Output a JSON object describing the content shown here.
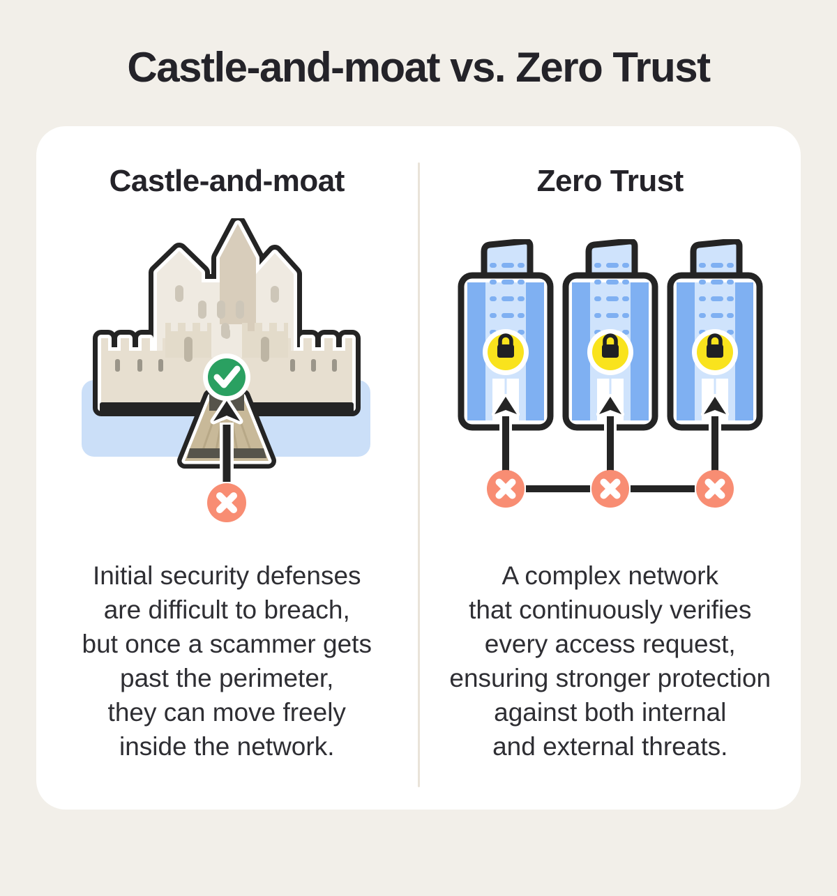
{
  "title": "Castle-and-moat vs. Zero Trust",
  "columns": {
    "left": {
      "heading": "Castle-and-moat",
      "description": [
        "Initial security defenses",
        "are difficult to breach,",
        "but once a scammer gets",
        "past the perimeter,",
        "they can move freely",
        "inside the network."
      ]
    },
    "right": {
      "heading": "Zero Trust",
      "description": [
        "A complex network",
        "that continuously verifies",
        "every access request,",
        "ensuring stronger protection",
        "against both internal",
        "and external threats."
      ]
    }
  },
  "icons": {
    "check-icon": "✔",
    "x-icon": "✕",
    "lock-icon": "🔒",
    "arrow-up-icon": "↑"
  },
  "colors": {
    "background": "#F2EFE9",
    "card": "#FFFFFF",
    "outline_black": "#242424",
    "text_dark": "#242329",
    "divider": "#E9E3D9",
    "moat_blue": "#CBDFF8",
    "castle_cream": "#EFEAE1",
    "castle_wall_tan": "#E7DFD0",
    "castle_spire_tan": "#D8CDBB",
    "bridge_tan": "#C8B999",
    "gate_gray": "#56544B",
    "check_green": "#2AA061",
    "cross_salmon": "#F88D73",
    "building_blue": "#7FB0F2",
    "building_light_blue": "#CFE3FC",
    "lock_yellow": "#F9E31D"
  }
}
